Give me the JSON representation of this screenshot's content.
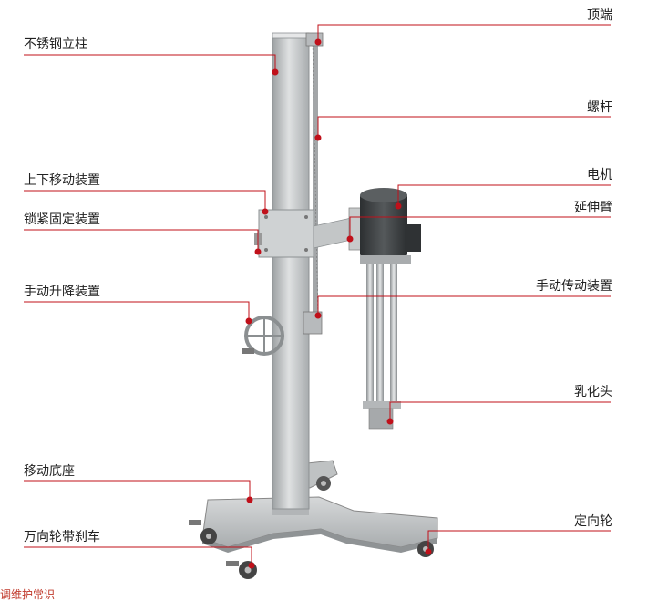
{
  "labels": {
    "top_end": "顶端",
    "stainless_column": "不锈钢立柱",
    "screw": "螺杆",
    "up_down_device": "上下移动装置",
    "motor": "电机",
    "locking_device": "锁紧固定装置",
    "extension_arm": "延伸臂",
    "manual_lift": "手动升降装置",
    "manual_drive": "手动传动装置",
    "emulsifying_head": "乳化头",
    "mobile_base": "移动底座",
    "directional_wheel": "定向轮",
    "brake_caster": "万向轮带刹车"
  },
  "footnote": "调维护常识",
  "colors": {
    "leader": "#c0101a",
    "dot": "#c0101a",
    "steel": "#c9cbcc",
    "steel_dark": "#8e9294",
    "motor": "#3f4244"
  }
}
